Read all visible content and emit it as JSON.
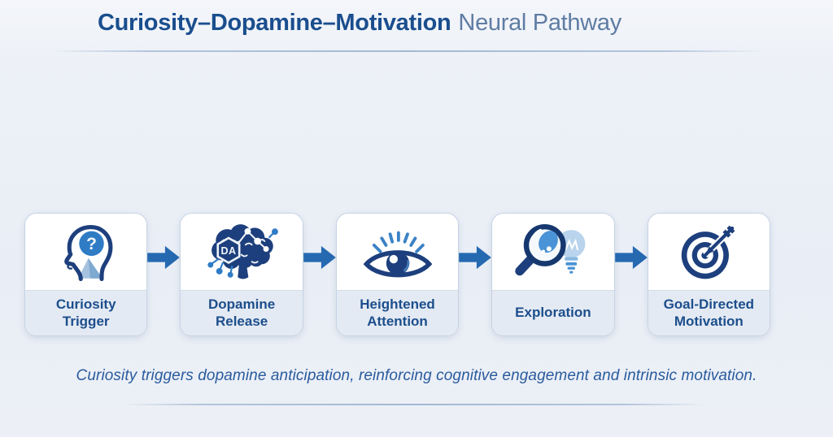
{
  "title": {
    "main": "Curiosity–Dopamine–Motivation",
    "suffix": "Neural Pathway"
  },
  "steps": [
    {
      "label": "Curiosity Trigger",
      "icon": "head-question-icon",
      "badge": "?"
    },
    {
      "label": "Dopamine Release",
      "icon": "brain-da-icon",
      "badge": "DA"
    },
    {
      "label": "Heightened Attention",
      "icon": "eye-attention-icon"
    },
    {
      "label": "Exploration",
      "icon": "magnifier-bulb-icon"
    },
    {
      "label": "Goal-Directed Motivation",
      "icon": "target-dart-icon"
    }
  ],
  "caption": "Curiosity triggers dopamine anticipation, reinforcing cognitive engagement and intrinsic motivation.",
  "colors": {
    "title": "#1a4e8e",
    "title-muted": "#5f7ca3",
    "navy": "#1d3f7d",
    "accent": "#2f7cc5",
    "accent-mid": "#4a93d6",
    "accent-light": "#b9d4ec",
    "ray": "#3b82c6",
    "arrow": "#2569b1",
    "box-border": "#c6d3e4",
    "label-bg": "#e4eaf3",
    "label-text": "#1c4e8c",
    "caption-text": "#2a5b9e",
    "background": "#edf1f7"
  }
}
